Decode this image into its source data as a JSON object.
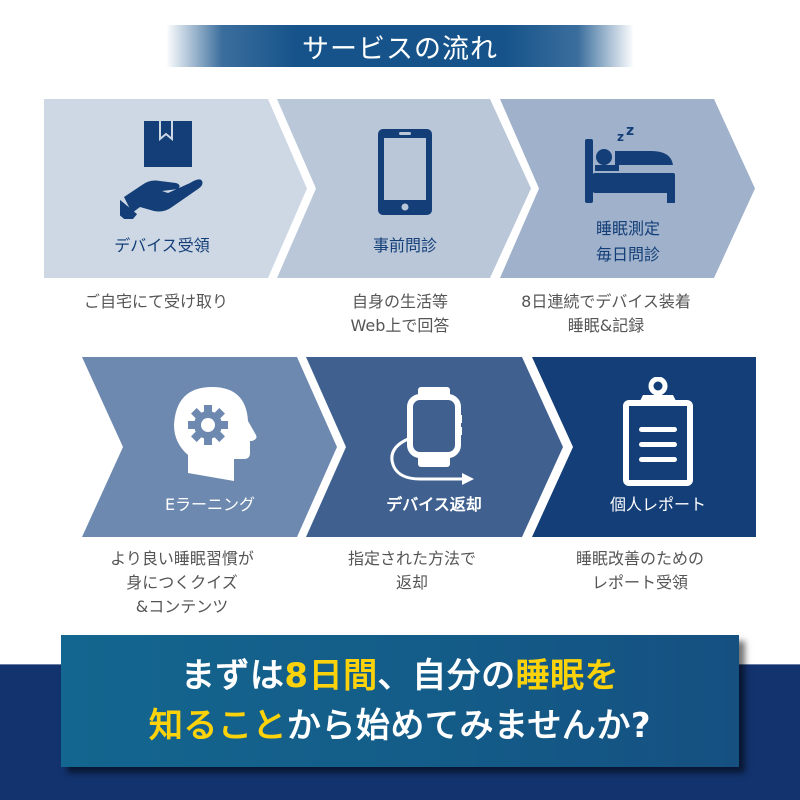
{
  "title": "サービスの流れ",
  "colors": {
    "step1": "#ced8e4",
    "step2": "#bac7d9",
    "step3": "#9fb1cb",
    "step4": "#6d89af",
    "step5": "#40618f",
    "step6": "#133e77",
    "icon_dark": "#133e77",
    "highlight": "#fcd30b",
    "band": "#13336f"
  },
  "steps": [
    {
      "label": "デバイス受領",
      "icon": "hand-box-icon",
      "desc": [
        "ご自宅にて受け取り"
      ]
    },
    {
      "label": "事前問診",
      "icon": "smartphone-icon",
      "desc": [
        "自身の生活等",
        "Web上で回答"
      ]
    },
    {
      "label_lines": [
        "睡眠測定",
        "毎日問診"
      ],
      "icon": "sleeping-bed-icon",
      "desc": [
        "8日連続でデバイス装着",
        "睡眠&記録"
      ]
    },
    {
      "label": "Eラーニング",
      "icon": "head-gear-icon",
      "desc": [
        "より良い睡眠習慣が",
        "身につくクイズ",
        "&コンテンツ"
      ]
    },
    {
      "label": "デバイス返却",
      "icon": "watch-return-icon",
      "desc": [
        "指定された方法で",
        "返却"
      ]
    },
    {
      "label": "個人レポート",
      "icon": "clipboard-icon",
      "desc": [
        "睡眠改善のための",
        "レポート受領"
      ]
    }
  ],
  "banner": {
    "line1": {
      "a": "まずは",
      "b": "8日間",
      "c": "、自分の",
      "d": "睡眠を"
    },
    "line2": {
      "a": "知ること",
      "b": "から始めてみませんか?"
    }
  }
}
